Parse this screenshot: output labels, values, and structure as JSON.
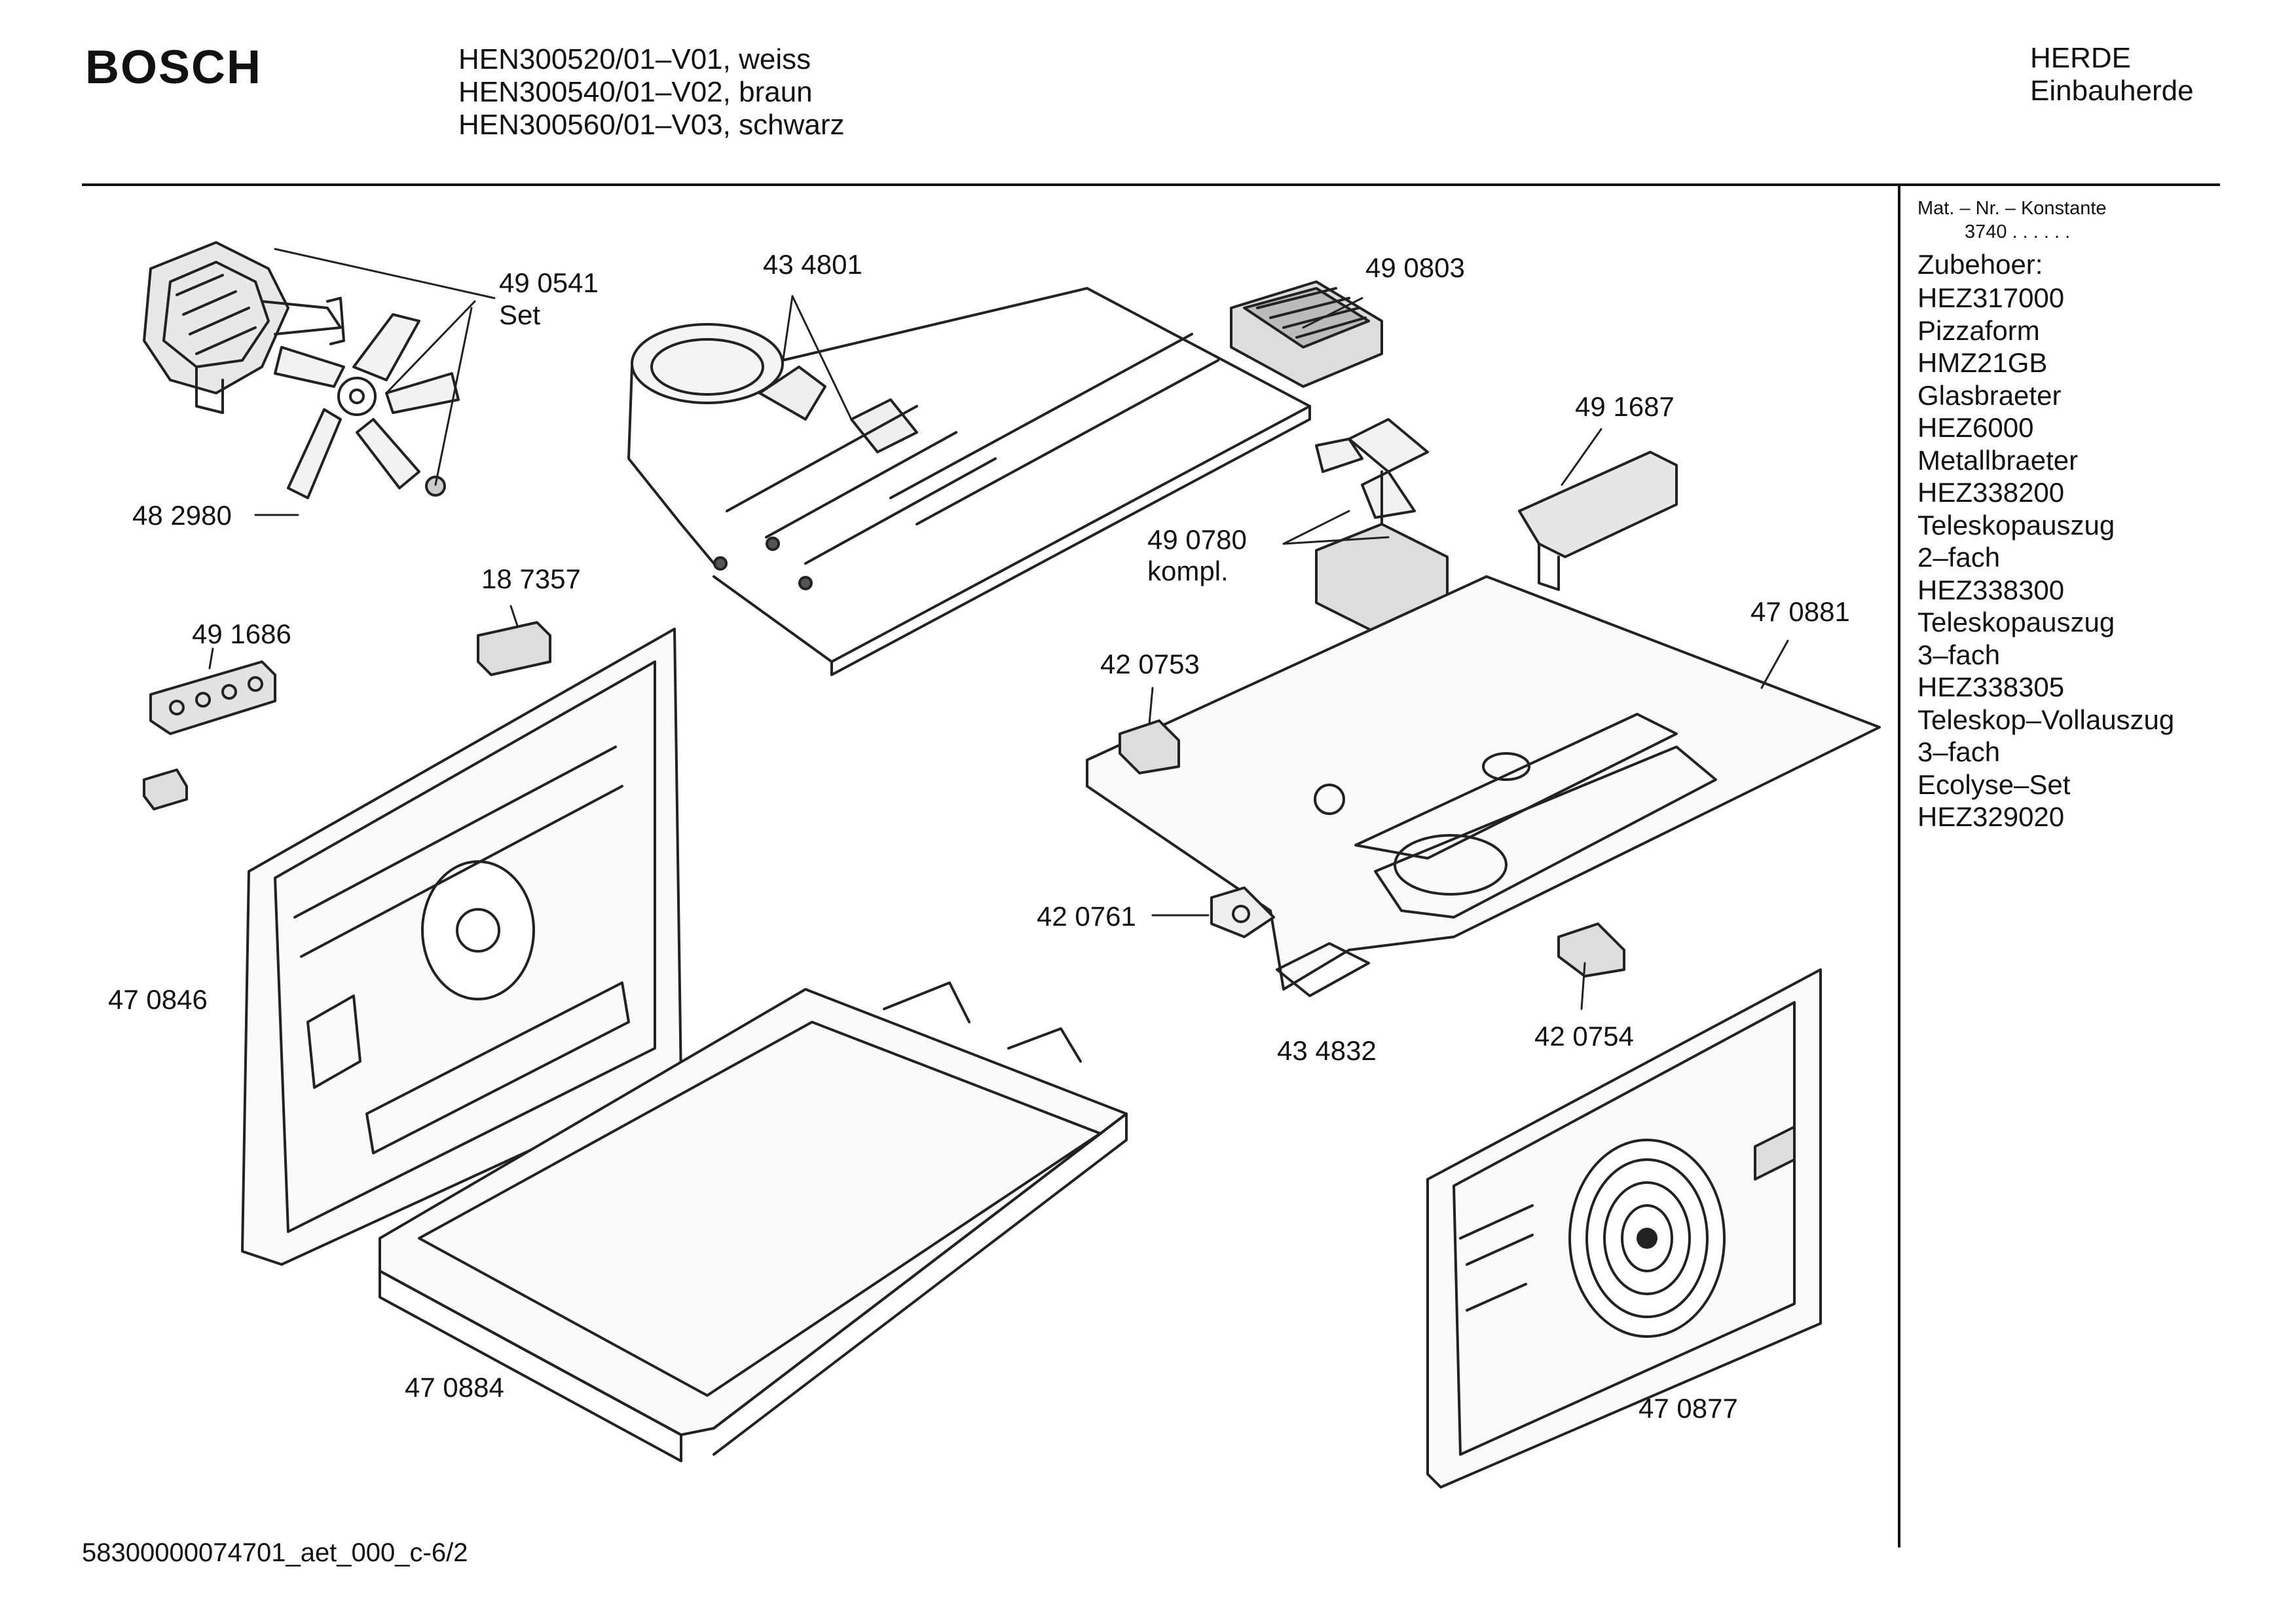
{
  "header": {
    "brand": "BOSCH",
    "models": [
      "HEN300520/01–V01, weiss",
      "HEN300540/01–V02, braun",
      "HEN300560/01–V03, schwarz"
    ],
    "category": [
      "HERDE",
      "Einbauherde"
    ]
  },
  "sidebar": {
    "mat_label": "Mat. – Nr. – Konstante",
    "mat_value": "3740 . . . . . .",
    "accessories_title": "Zubehoer:",
    "accessories": [
      "HEZ317000",
      "Pizzaform",
      "HMZ21GB",
      "Glasbraeter",
      "HEZ6000",
      "Metallbraeter",
      "HEZ338200",
      "Teleskopauszug",
      "2–fach",
      "HEZ338300",
      "Teleskopauszug",
      "3–fach",
      "HEZ338305",
      "Teleskop–Vollauszug",
      "3–fach",
      "Ecolyse–Set",
      "HEZ329020"
    ]
  },
  "parts": [
    {
      "id": "p490541",
      "number": "49 0541",
      "extra": "Set"
    },
    {
      "id": "p434801",
      "number": "43 4801"
    },
    {
      "id": "p490803",
      "number": "49 0803"
    },
    {
      "id": "p491687",
      "number": "49 1687"
    },
    {
      "id": "p482980",
      "number": "48 2980"
    },
    {
      "id": "p490780",
      "number": "49 0780",
      "extra": "kompl."
    },
    {
      "id": "p187357",
      "number": "18 7357"
    },
    {
      "id": "p491686",
      "number": "49 1686"
    },
    {
      "id": "p470881",
      "number": "47 0881"
    },
    {
      "id": "p420753",
      "number": "42 0753"
    },
    {
      "id": "p420761",
      "number": "42 0761"
    },
    {
      "id": "p470846",
      "number": "47 0846"
    },
    {
      "id": "p434832",
      "number": "43 4832"
    },
    {
      "id": "p420754",
      "number": "42 0754"
    },
    {
      "id": "p470884",
      "number": "47 0884"
    },
    {
      "id": "p470877",
      "number": "47 0877"
    }
  ],
  "footer": "58300000074701_aet_000_c-6/2"
}
